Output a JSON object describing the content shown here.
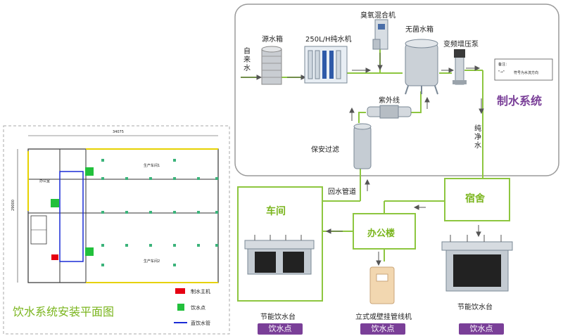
{
  "floorplan": {
    "title": "饮水系统安装平面图",
    "dimension_top": "34075",
    "dimension_left": "29000",
    "room_office": "办公室",
    "room_workshop1": "生产车间1",
    "room_workshop2": "生产车间2",
    "legend": {
      "main_unit": "制水主机",
      "drink_point": "饮水点",
      "pipe": "直饮水管"
    },
    "colors": {
      "main_unit": "#e60012",
      "drink_point": "#22c03c",
      "pipe": "#1a2bd6",
      "wall": "#333333"
    }
  },
  "system": {
    "title": "制水系统",
    "source_water_label": "自来水",
    "tank": "源水箱",
    "ro_machine": "250L/H纯水机",
    "ozone_mixer": "臭氧混合机",
    "sterile_tank": "无菌水箱",
    "booster_pump": "变频增压泵",
    "uv": "紫外线",
    "filter": "保安过滤",
    "pure_water": "纯净水",
    "note_title": "备注：",
    "note_text": "符号为水流方向",
    "note_arrow": "\"→\""
  },
  "distribution": {
    "dormitory": "宿舍",
    "office": "办公楼",
    "workshop": "车间",
    "return_pipe": "回水管道",
    "dispenser_left": "节能饮水台",
    "dispenser_mid": "立式或壁挂管线机",
    "dispenser_right": "节能饮水台",
    "point_tag": "饮水点",
    "accent": "#8dc63f",
    "tag_color": "#7a3f98"
  }
}
